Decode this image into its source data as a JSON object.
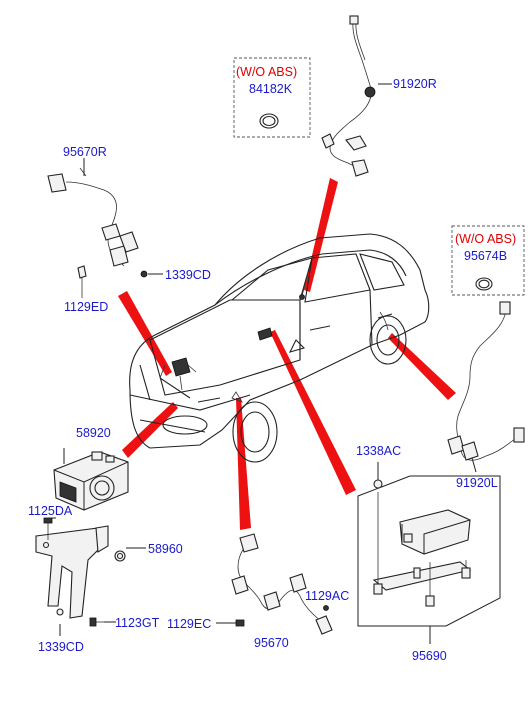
{
  "diagram": {
    "labels": {
      "p84182k": "84182K",
      "p91920r": "91920R",
      "p95670r": "95670R",
      "p1339cd_a": "1339CD",
      "p1129ed": "1129ED",
      "p95674b": "95674B",
      "p58920": "58920",
      "p1338ac": "1338AC",
      "p1125da": "1125DA",
      "p58960": "58960",
      "p1123gt": "1123GT",
      "p1339cd_b": "1339CD",
      "p91920l": "91920L",
      "p1129ac": "1129AC",
      "p1129ec": "1129EC",
      "p95670": "95670",
      "p95690": "95690"
    },
    "notes": {
      "wo_abs_1": "(W/O ABS)",
      "wo_abs_2": "(W/O ABS)"
    },
    "colors": {
      "part_number": "#1a1acc",
      "note": "#e00000",
      "leader_wedge": "#ee1111"
    }
  }
}
